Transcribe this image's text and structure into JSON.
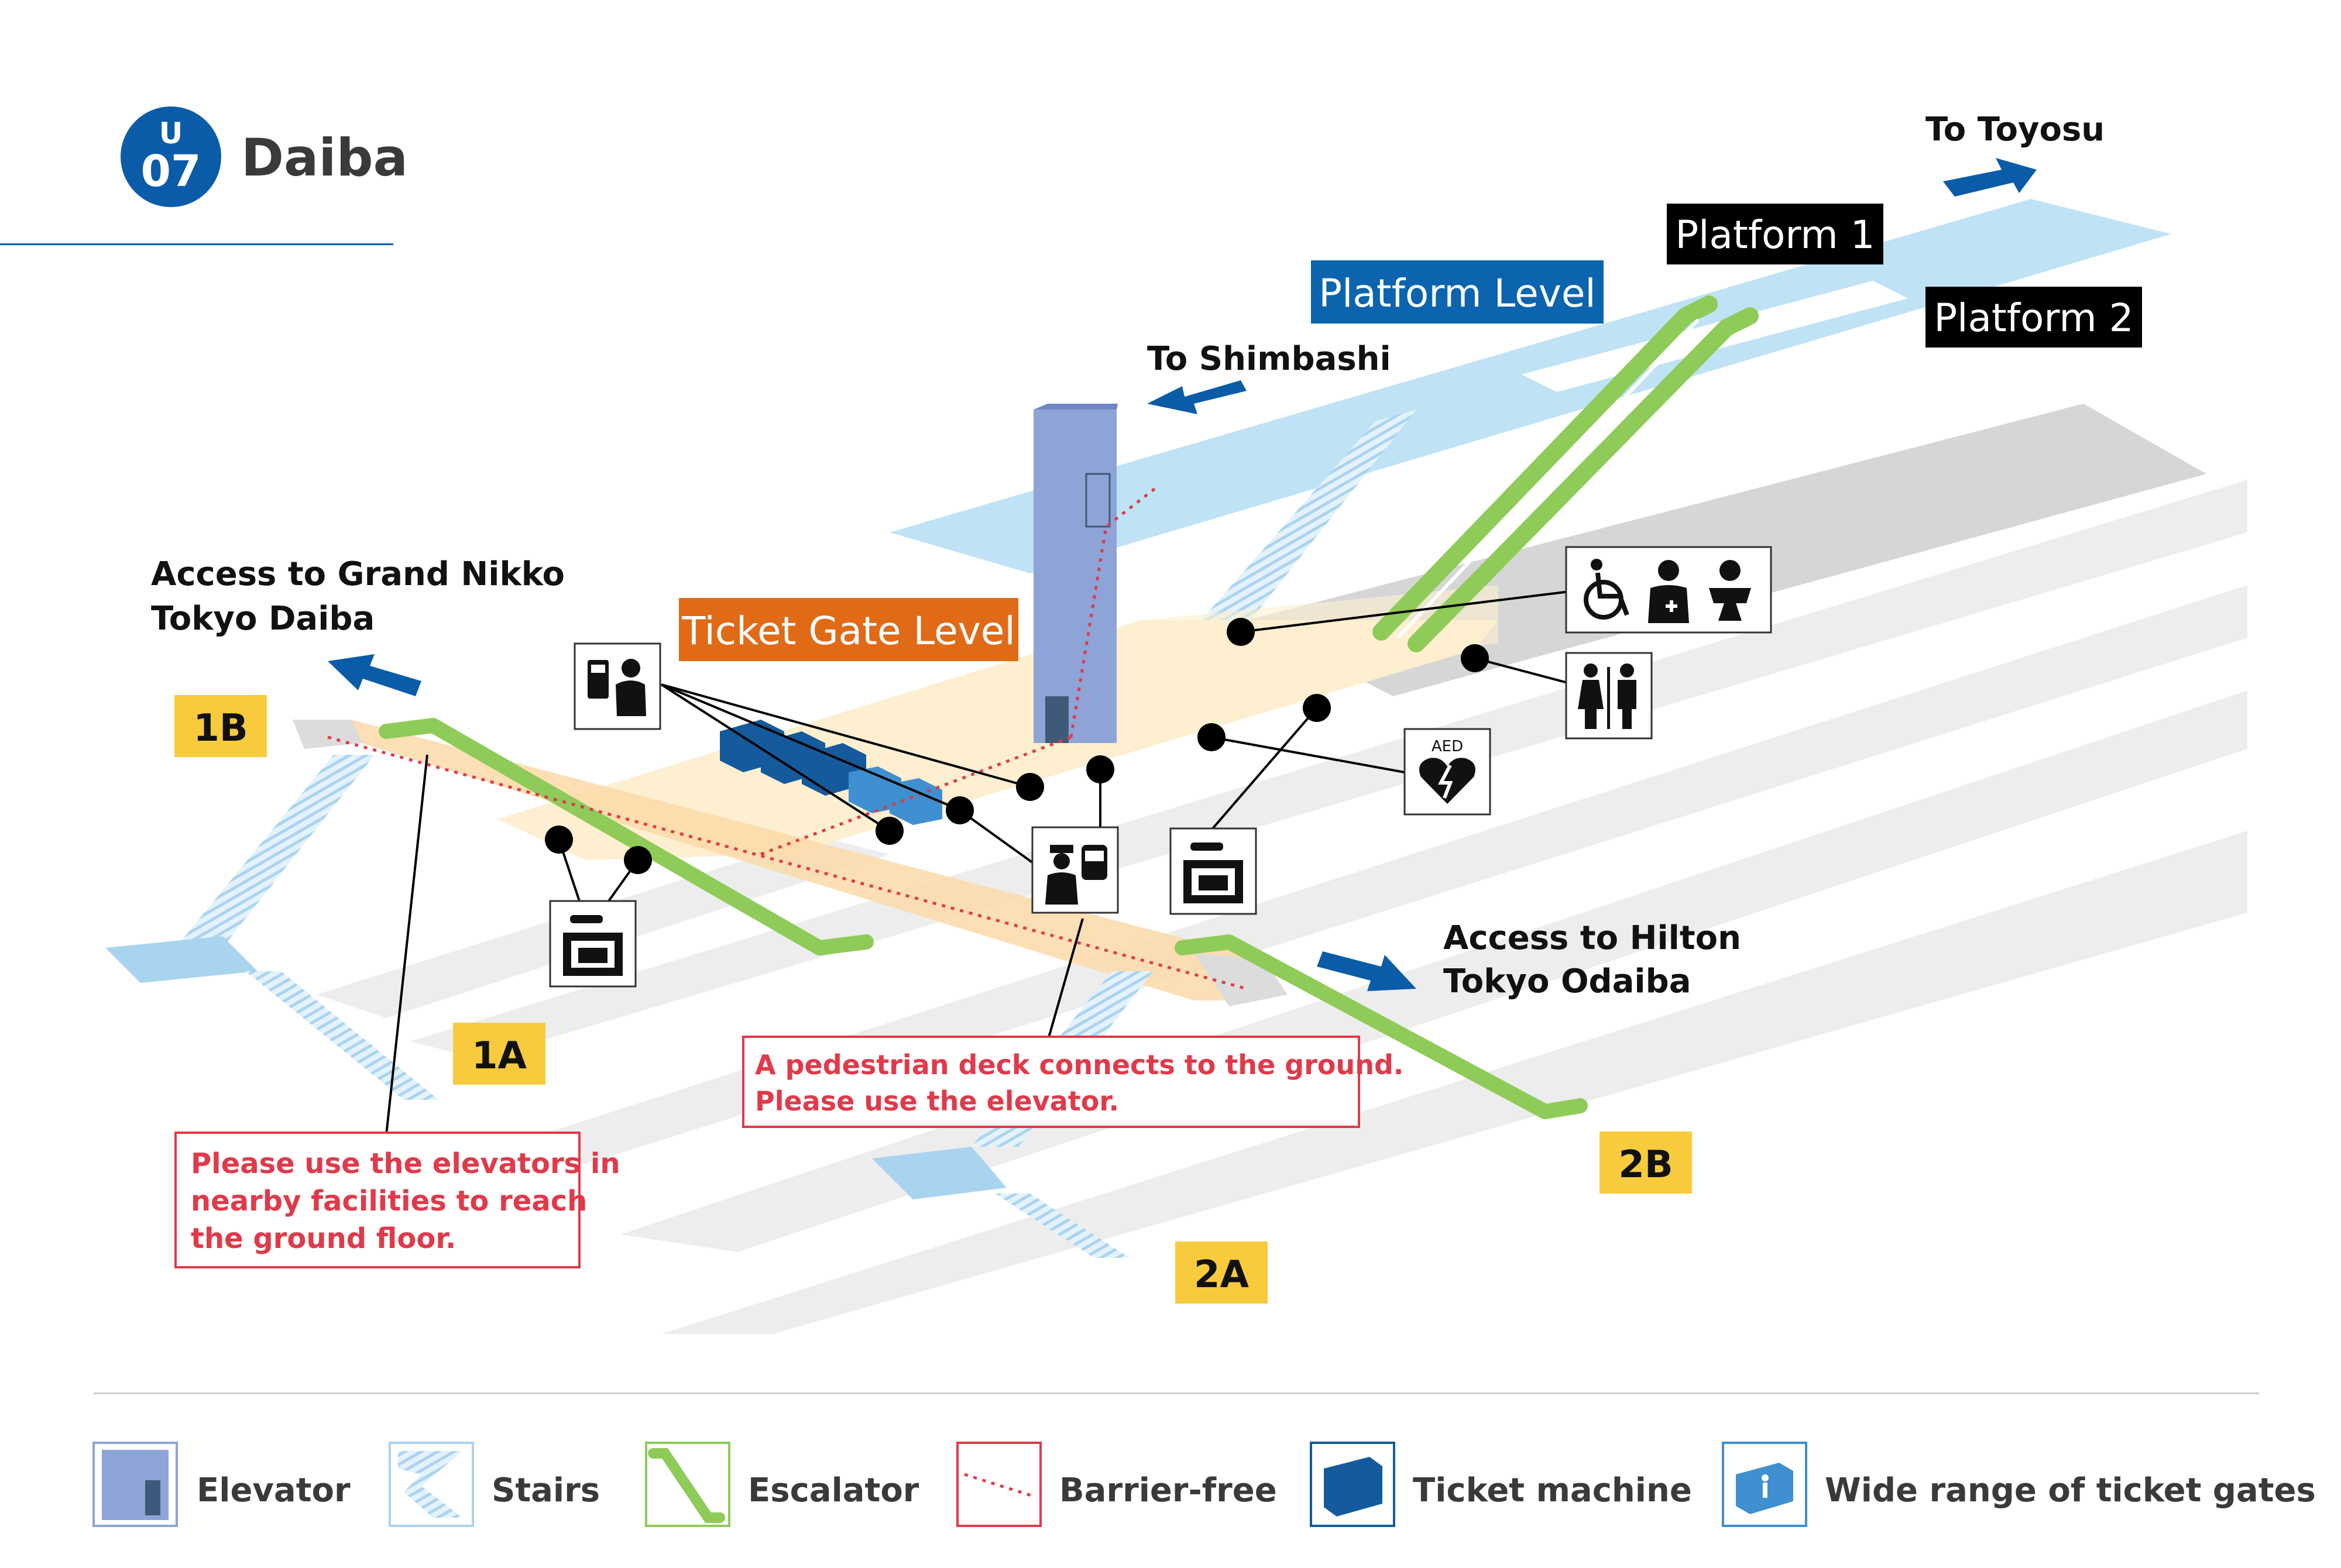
{
  "header": {
    "line_letter": "U",
    "station_number": "07",
    "station_name": "Daiba",
    "line_color": "#0b5ca8"
  },
  "directions": {
    "to_toyosu": "To Toyosu",
    "to_shimbashi": "To Shimbashi"
  },
  "levels": {
    "platform_level": "Platform Level",
    "ticket_gate_level": "Ticket Gate Level",
    "platform_level_color": "#0b64ad",
    "ticket_gate_level_color": "#e06a16"
  },
  "platforms": {
    "platform_1": "Platform 1",
    "platform_2": "Platform 2"
  },
  "access": {
    "grand_nikko_line1": "Access to Grand Nikko",
    "grand_nikko_line2": "Tokyo Daiba",
    "hilton_line1": "Access to Hilton",
    "hilton_line2": "Tokyo Odaiba"
  },
  "exits": {
    "exit_1b": "1B",
    "exit_1a": "1A",
    "exit_2b": "2B",
    "exit_2a": "2A",
    "exit_color": "#f7cb3d"
  },
  "notes": {
    "elevators_nearby": [
      "Please use the elevators in",
      "nearby facilities to reach",
      "the ground floor."
    ],
    "pedestrian_deck": [
      "A pedestrian deck connects to the ground.",
      "Please use the elevator."
    ],
    "note_color": "#e03a4a"
  },
  "facility_icons": {
    "aed_label": "AED",
    "accessible_facilities": [
      "wheelchair-icon",
      "ostomate-icon",
      "baby-changing-icon"
    ],
    "restroom": "restroom-icon",
    "lockers": "coin-locker-icon",
    "station_staff": "station-staff-icon",
    "fare_adjustment": "fare-adjustment-icon"
  },
  "legend": {
    "elevator": "Elevator",
    "stairs": "Stairs",
    "escalator": "Escalator",
    "barrier_free": "Barrier-free",
    "ticket_machine": "Ticket machine",
    "wide_gates": "Wide range of ticket gates"
  }
}
